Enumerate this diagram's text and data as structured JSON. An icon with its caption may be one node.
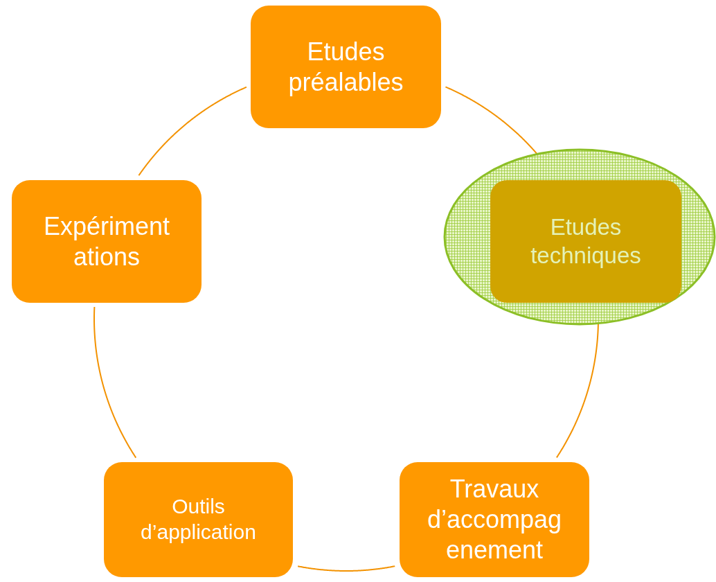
{
  "diagram": {
    "nodes": [
      {
        "text": [
          "Etudes préalables"
        ]
      },
      {
        "text": [],
        "shape": "ellipse"
      },
      {
        "text": [
          "Etudes techniques"
        ],
        "in": 1
      },
      {
        "text": [
          "Travaux d’accompag enement"
        ]
      },
      {
        "text": [
          "Outils d’application"
        ]
      },
      {
        "text": [
          "Expériment ations"
        ]
      }
    ],
    "edges": [
      {
        "from": 0,
        "to": 2,
        "arrow": "none"
      },
      {
        "from": 2,
        "to": 3,
        "arrow": "none"
      },
      {
        "from": 3,
        "to": 4,
        "arrow": "none"
      },
      {
        "from": 4,
        "to": 5,
        "arrow": "none"
      },
      {
        "from": 5,
        "to": 0,
        "arrow": "none"
      }
    ]
  }
}
